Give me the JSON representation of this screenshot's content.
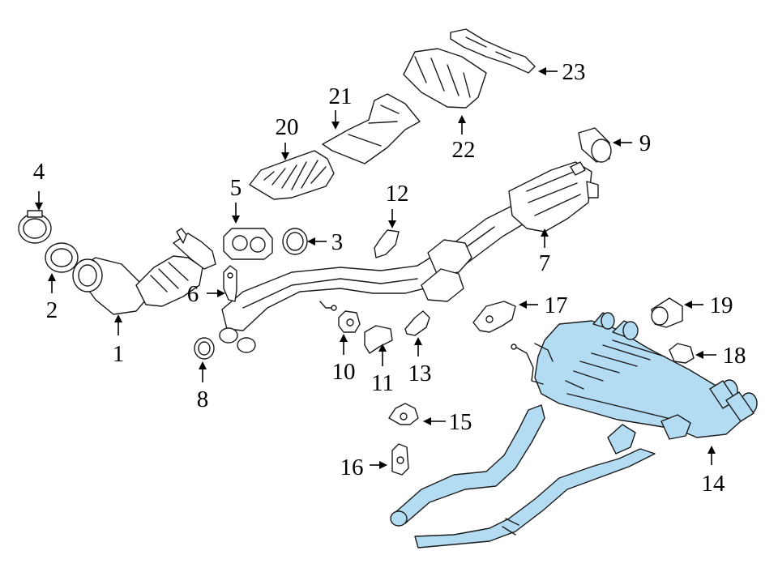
{
  "diagram": {
    "highlight_color": "#b3dcf3",
    "line_color": "#1a1a1a",
    "callouts": [
      "1",
      "2",
      "3",
      "4",
      "5",
      "6",
      "7",
      "8",
      "9",
      "10",
      "11",
      "12",
      "13",
      "14",
      "15",
      "16",
      "17",
      "18",
      "19",
      "20",
      "21",
      "22",
      "23"
    ]
  }
}
